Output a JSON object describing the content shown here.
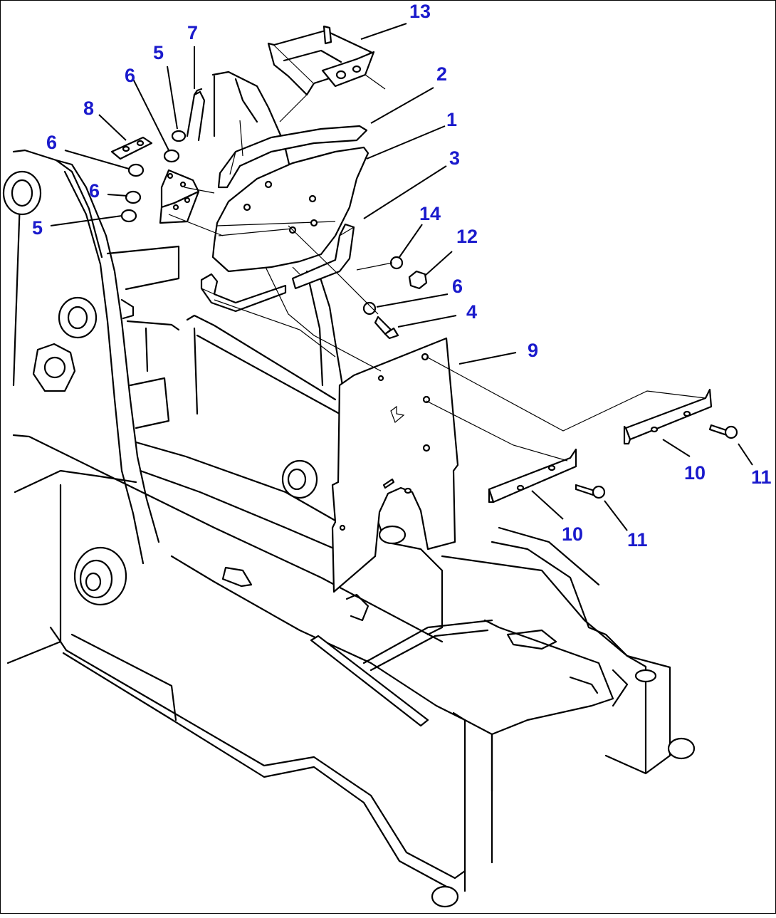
{
  "diagram": {
    "label_color": "#1a1acc",
    "line_color": "#000000",
    "callouts": [
      {
        "id": "c13",
        "text": "13"
      },
      {
        "id": "c7",
        "text": "7"
      },
      {
        "id": "c5a",
        "text": "5"
      },
      {
        "id": "c2",
        "text": "2"
      },
      {
        "id": "c6a",
        "text": "6"
      },
      {
        "id": "c8",
        "text": "8"
      },
      {
        "id": "c1",
        "text": "1"
      },
      {
        "id": "c6b",
        "text": "6"
      },
      {
        "id": "c3",
        "text": "3"
      },
      {
        "id": "c6c",
        "text": "6"
      },
      {
        "id": "c5b",
        "text": "5"
      },
      {
        "id": "c14",
        "text": "14"
      },
      {
        "id": "c12",
        "text": "12"
      },
      {
        "id": "c6d",
        "text": "6"
      },
      {
        "id": "c4",
        "text": "4"
      },
      {
        "id": "c9",
        "text": "9"
      },
      {
        "id": "c10a",
        "text": "10"
      },
      {
        "id": "c11a",
        "text": "11"
      },
      {
        "id": "c10b",
        "text": "10"
      },
      {
        "id": "c11b",
        "text": "11"
      }
    ]
  }
}
